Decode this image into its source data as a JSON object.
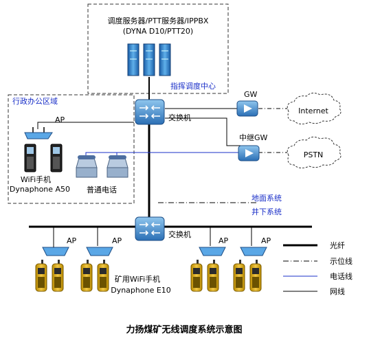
{
  "diagram": {
    "title": "力扬煤矿无线调度系统示意图",
    "server_box": {
      "line1": "调度服务器/PTT服务器/IPPBX",
      "line2": "(DYNA D10/PTT20)",
      "caption": "指挥调度中心"
    },
    "admin_zone": {
      "label": "行政办公区域",
      "ap_label": "AP",
      "phone_label": "WiFi手机",
      "phone_model": "Dynaphone A50",
      "desk_phone_label": "普通电话"
    },
    "switch_top_label": "交换机",
    "switch_bottom_label": "交换机",
    "gw_label": "GW",
    "trunk_gw_label": "中继GW",
    "internet_label": "Internet",
    "pstn_label": "PSTN",
    "surface_label": "地面系统",
    "underground_label": "井下系统",
    "mine_ap_labels": [
      "AP",
      "AP",
      "AP",
      "AP"
    ],
    "mine_phone_label": "矿用WiFi手机",
    "mine_phone_model": "Dynaphone E10",
    "legend": [
      {
        "label": "光纤",
        "style": "thick"
      },
      {
        "label": "示位线",
        "style": "dashdot"
      },
      {
        "label": "电话线",
        "style": "blue"
      },
      {
        "label": "网线",
        "style": "thin"
      }
    ],
    "colors": {
      "blue_text": "#1a2fc8",
      "device_blue": "#2f7fc9",
      "phone_yellow": "#e0b000"
    }
  }
}
